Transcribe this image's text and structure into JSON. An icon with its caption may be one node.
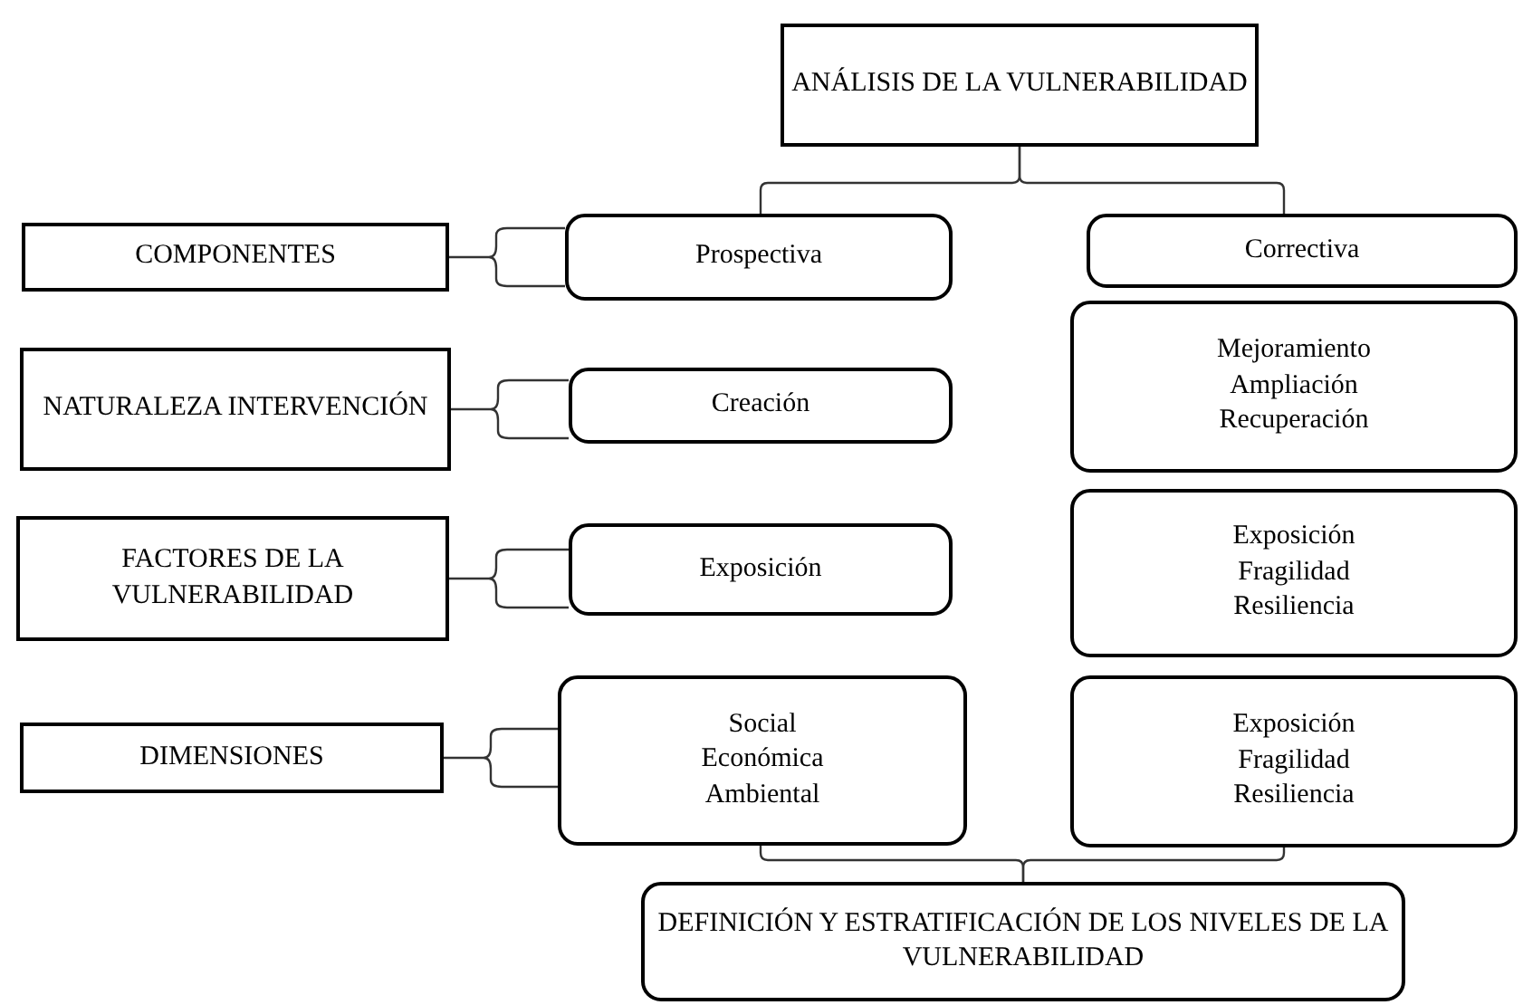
{
  "diagram": {
    "nodes": [
      {
        "text": [
          "ANÁLISIS DE LA VULNERABILIDAD"
        ]
      },
      {
        "text": [
          "COMPONENTES"
        ]
      },
      {
        "text": [
          "Prospectiva"
        ]
      },
      {
        "text": [
          "Correctiva"
        ]
      },
      {
        "text": [
          "NATURALEZA INTERVENCIÓN"
        ]
      },
      {
        "text": [
          "Creación"
        ]
      },
      {
        "text": [
          "Mejoramiento Ampliación Recuperación"
        ]
      },
      {
        "text": [
          "FACTORES DE LA VULNERABILIDAD"
        ]
      },
      {
        "text": [
          "Exposición"
        ]
      },
      {
        "text": [
          "Exposición Fragilidad Resiliencia"
        ]
      },
      {
        "text": [
          "DIMENSIONES"
        ]
      },
      {
        "text": [
          "Social Económica Ambiental"
        ]
      },
      {
        "text": [
          "Exposición Fragilidad Resiliencia"
        ]
      },
      {
        "text": [
          "DEFINICIÓN Y ESTRATIFICACIÓN DE LOS NIVELES DE LA VULNERABILIDAD"
        ]
      }
    ],
    "edges": [
      {
        "from": 0,
        "to": 2,
        "arrow": "none"
      },
      {
        "from": 0,
        "to": 3,
        "arrow": "none"
      },
      {
        "from": 1,
        "to": 2,
        "arrow": "none"
      },
      {
        "from": 4,
        "to": 5,
        "arrow": "none"
      },
      {
        "from": 7,
        "to": 8,
        "arrow": "none"
      },
      {
        "from": 10,
        "to": 11,
        "arrow": "none"
      },
      {
        "from": 11,
        "to": 13,
        "arrow": "none"
      },
      {
        "from": 12,
        "to": 13,
        "arrow": "none"
      }
    ]
  }
}
